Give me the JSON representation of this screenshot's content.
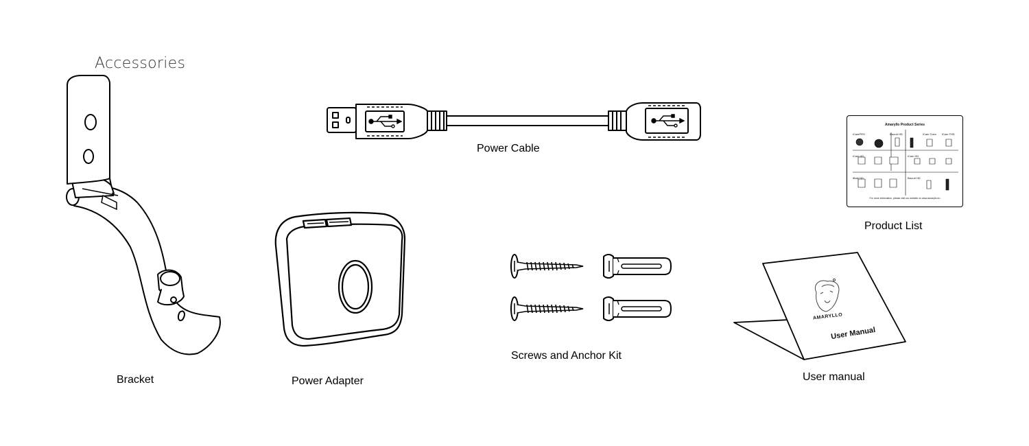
{
  "page": {
    "title": "Accessories"
  },
  "items": {
    "bracket": {
      "label": "Bracket"
    },
    "power_cable": {
      "label": "Power Cable"
    },
    "power_adapter": {
      "label": "Power Adapter"
    },
    "screws_kit": {
      "label": "Screws and Anchor Kit"
    },
    "product_list": {
      "label": "Product List",
      "sheet_title": "Amaryllo Product Series",
      "sections": [
        "iCamPRO",
        "Biscuit HD",
        "iCam Color",
        "iCam FHD",
        "iCam HD",
        "iCam HD",
        "iBabi HD",
        "Biscuit HD"
      ],
      "footer": "For more information, please visit our website on www.amaryllo.eu"
    },
    "user_manual": {
      "label": "User manual",
      "cover_title": "User Manual",
      "brand": "AMARYLLO"
    }
  }
}
